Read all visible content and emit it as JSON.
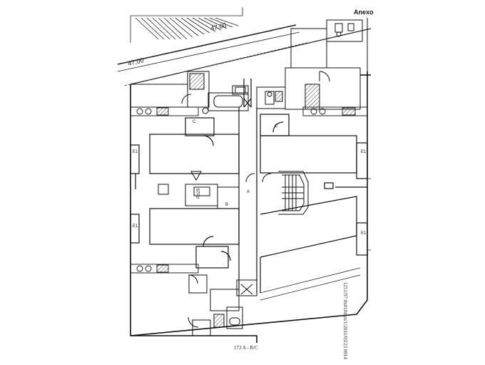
{
  "header": {
    "annex_label": "Anexo"
  },
  "footer": {
    "plan_caption": "173 A - R/C"
  },
  "margin_stamp": {
    "text": "1251/97 #n#1#mm/1/2011/03/23 0014"
  },
  "plot": {
    "frontage_dimension": "47,00"
  },
  "rooms": {
    "unit_label": "E1",
    "kitchen_marker": "C",
    "bath_marker": "B",
    "hall_marker": "A",
    "stair_tag": "R125"
  },
  "colors": {
    "ink": "#1a1a1a",
    "paper": "#ffffff",
    "hatch": "#555555"
  }
}
